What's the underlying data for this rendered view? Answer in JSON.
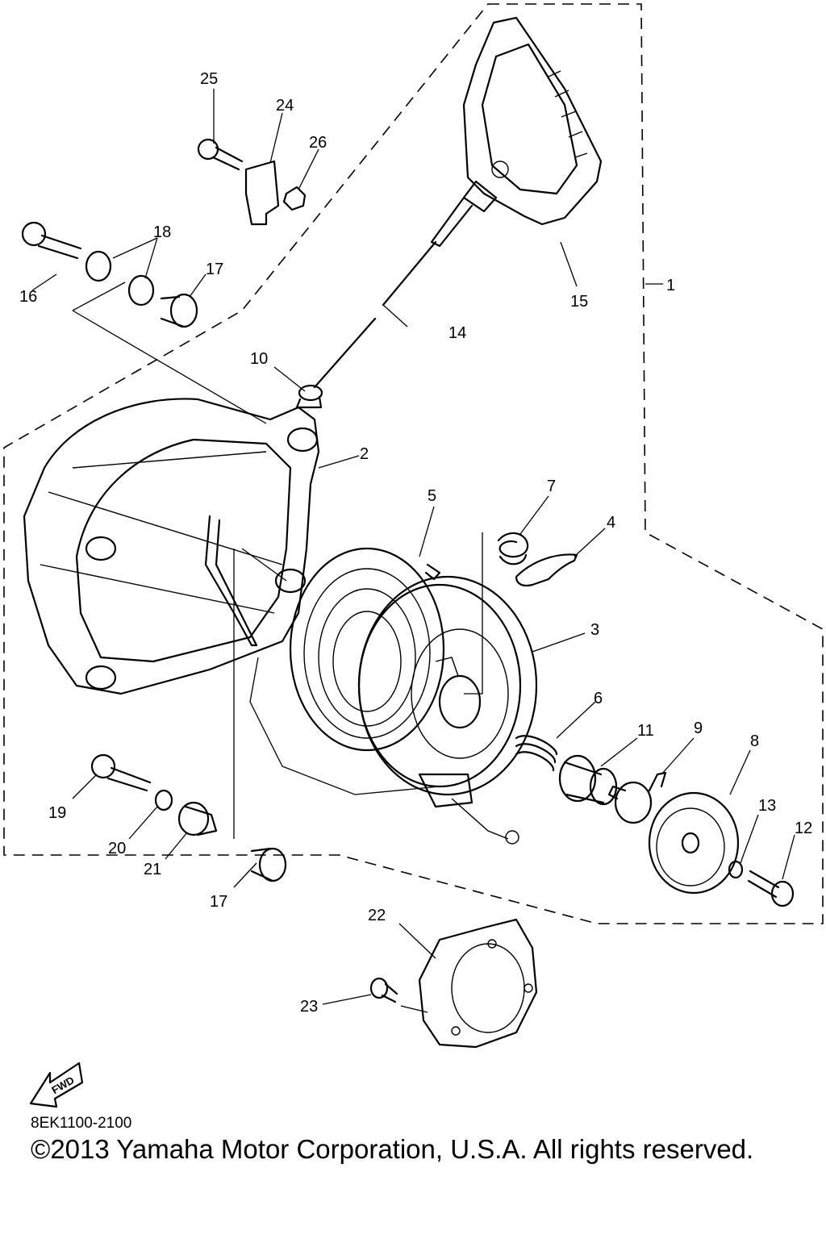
{
  "diagram": {
    "callouts": {
      "c1": "1",
      "c2": "2",
      "c3": "3",
      "c4": "4",
      "c5": "5",
      "c6": "6",
      "c7": "7",
      "c8": "8",
      "c9": "9",
      "c10": "10",
      "c11": "11",
      "c12": "12",
      "c13": "13",
      "c14": "14",
      "c15": "15",
      "c16": "16",
      "c17a": "17",
      "c17b": "17",
      "c18": "18",
      "c19": "19",
      "c20": "20",
      "c21": "21",
      "c22": "22",
      "c23": "23",
      "c24": "24",
      "c25": "25",
      "c26": "26"
    },
    "fwd_label": "FWD",
    "drawing_code": "8EK1100-2100"
  },
  "footer": {
    "copyright": "©2013 Yamaha Motor Corporation, U.S.A. All rights reserved."
  }
}
